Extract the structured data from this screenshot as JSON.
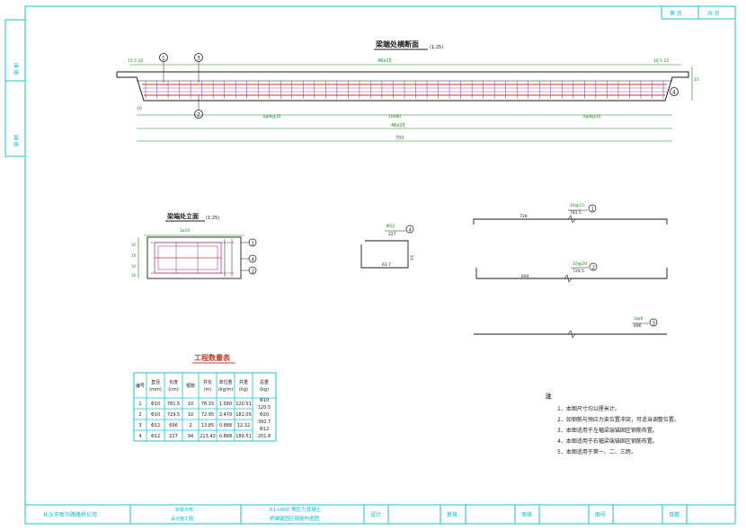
{
  "title_block": {
    "top_right": [
      "第 页",
      "共 页"
    ],
    "left_strip": [
      "审 核",
      "复 核"
    ],
    "bottom": {
      "company": "长沙市新华路路桥公司",
      "project_line1": "桥梁大修",
      "project_line2": "设计施工图",
      "drawing_line1": "K1+000 预应力混凝土",
      "drawing_line2": "桥端锚固区钢筋构造图",
      "designer_label": "设计",
      "checker_label": "复核",
      "reviewer_label": "审核",
      "sheet_label": "图号",
      "date_label": "日期"
    }
  },
  "section_main": {
    "title": "梁端处横断面",
    "scale": "(1:25)",
    "dims": {
      "left_top": "15 5 10",
      "span_top": "46x15",
      "right_top": "10 5 15",
      "mid_label": "10x80",
      "bottom1": "46x15",
      "bottom2": "700",
      "side_left": "10",
      "side_right": "15",
      "rebar_left": "3@8@15",
      "rebar_right": "3@8@15"
    },
    "markers": [
      "1",
      "3",
      "2",
      "4"
    ]
  },
  "section_elev": {
    "title": "梁端处立面",
    "scale": "(1:25)",
    "top_dim": "3x10",
    "side_dims": [
      "10",
      "10",
      "10",
      "10"
    ],
    "markers": [
      "1",
      "4",
      "2"
    ]
  },
  "detail4": {
    "label_top": "Φ12",
    "label_mid": "227",
    "width_dim": "63.7",
    "side_dim": "53",
    "marker": "4"
  },
  "bars": [
    {
      "label": "10@15",
      "length": "781.5",
      "left_dim": "728",
      "marker": "1"
    },
    {
      "label": "10@20",
      "length": "729.5",
      "left_dim": "694",
      "marker": "2"
    },
    {
      "label": "3@8",
      "length": "696",
      "marker": "3"
    }
  ],
  "quantity_table": {
    "title": "工程数量表",
    "headers": [
      "编号",
      "直径\n(mm)",
      "长度\n(cm)",
      "根数",
      "共长\n(m)",
      "单位重\n(kg/m)",
      "共重\n(kg)",
      "总重\n(kg)"
    ],
    "rows": [
      [
        "1",
        "Φ10",
        "781.5",
        "10",
        "78.15",
        "1.580",
        "120.51",
        "Φ10\n120.5"
      ],
      [
        "2",
        "Φ10",
        "729.5",
        "10",
        "72.95",
        "2.470",
        "182.05",
        "Φ20"
      ],
      [
        "3",
        "Φ12",
        "696",
        "2",
        "13.85",
        "0.888",
        "12.32",
        "392.7\nΦ12"
      ],
      [
        "4",
        "Φ12",
        "227",
        "94",
        "213.42",
        "0.888",
        "189.51",
        "201.8"
      ]
    ]
  },
  "notes": {
    "title": "注",
    "items": [
      "1．本图尺寸均以厘米计。",
      "2．如钢筋与预应力束位置冲突，可适当调整位置。",
      "3．本图适用于左幅梁端锚固区钢筋布置。",
      "4．本图适用于右幅梁端锚固区钢筋布置。",
      "5．本图适用于第一、二、三跨。"
    ]
  }
}
